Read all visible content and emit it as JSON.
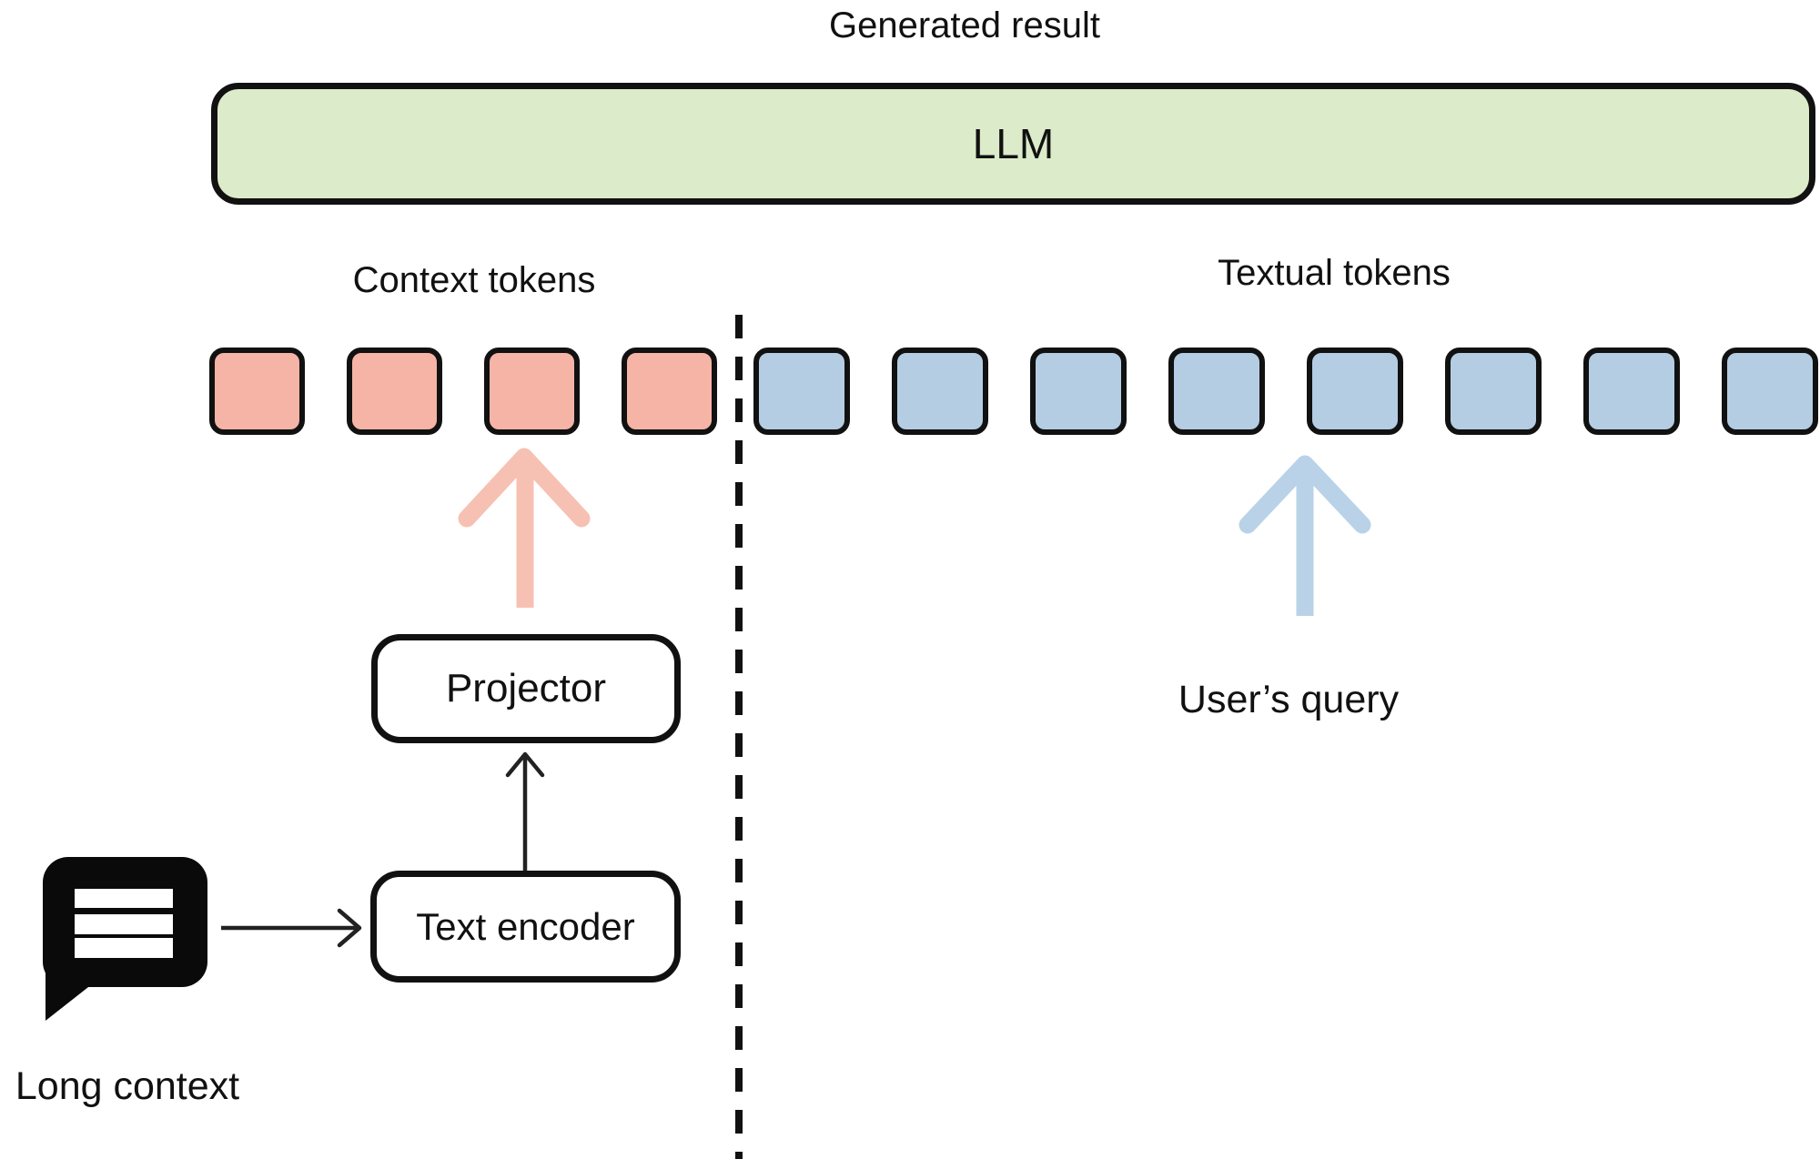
{
  "colors": {
    "llm_fill": "#dcebc9",
    "context_token_fill": "#f5b4a6",
    "textual_token_fill": "#b4cde3",
    "context_arrow": "#f6c1b3",
    "query_arrow": "#b9d2e8",
    "outline": "#111111",
    "thin_arrow": "#222222"
  },
  "header": {
    "title": "Generated result"
  },
  "llm_box": {
    "label": "LLM"
  },
  "context_section": {
    "label": "Context tokens",
    "token_count": 4
  },
  "textual_section": {
    "label": "Textual tokens",
    "token_count": 8
  },
  "query": {
    "label": "User’s query"
  },
  "projector_box": {
    "label": "Projector"
  },
  "text_encoder_box": {
    "label": "Text encoder"
  },
  "long_context": {
    "label": "Long context"
  },
  "icons": {
    "chat_bubble": "speech-bubble-with-text-lines"
  }
}
